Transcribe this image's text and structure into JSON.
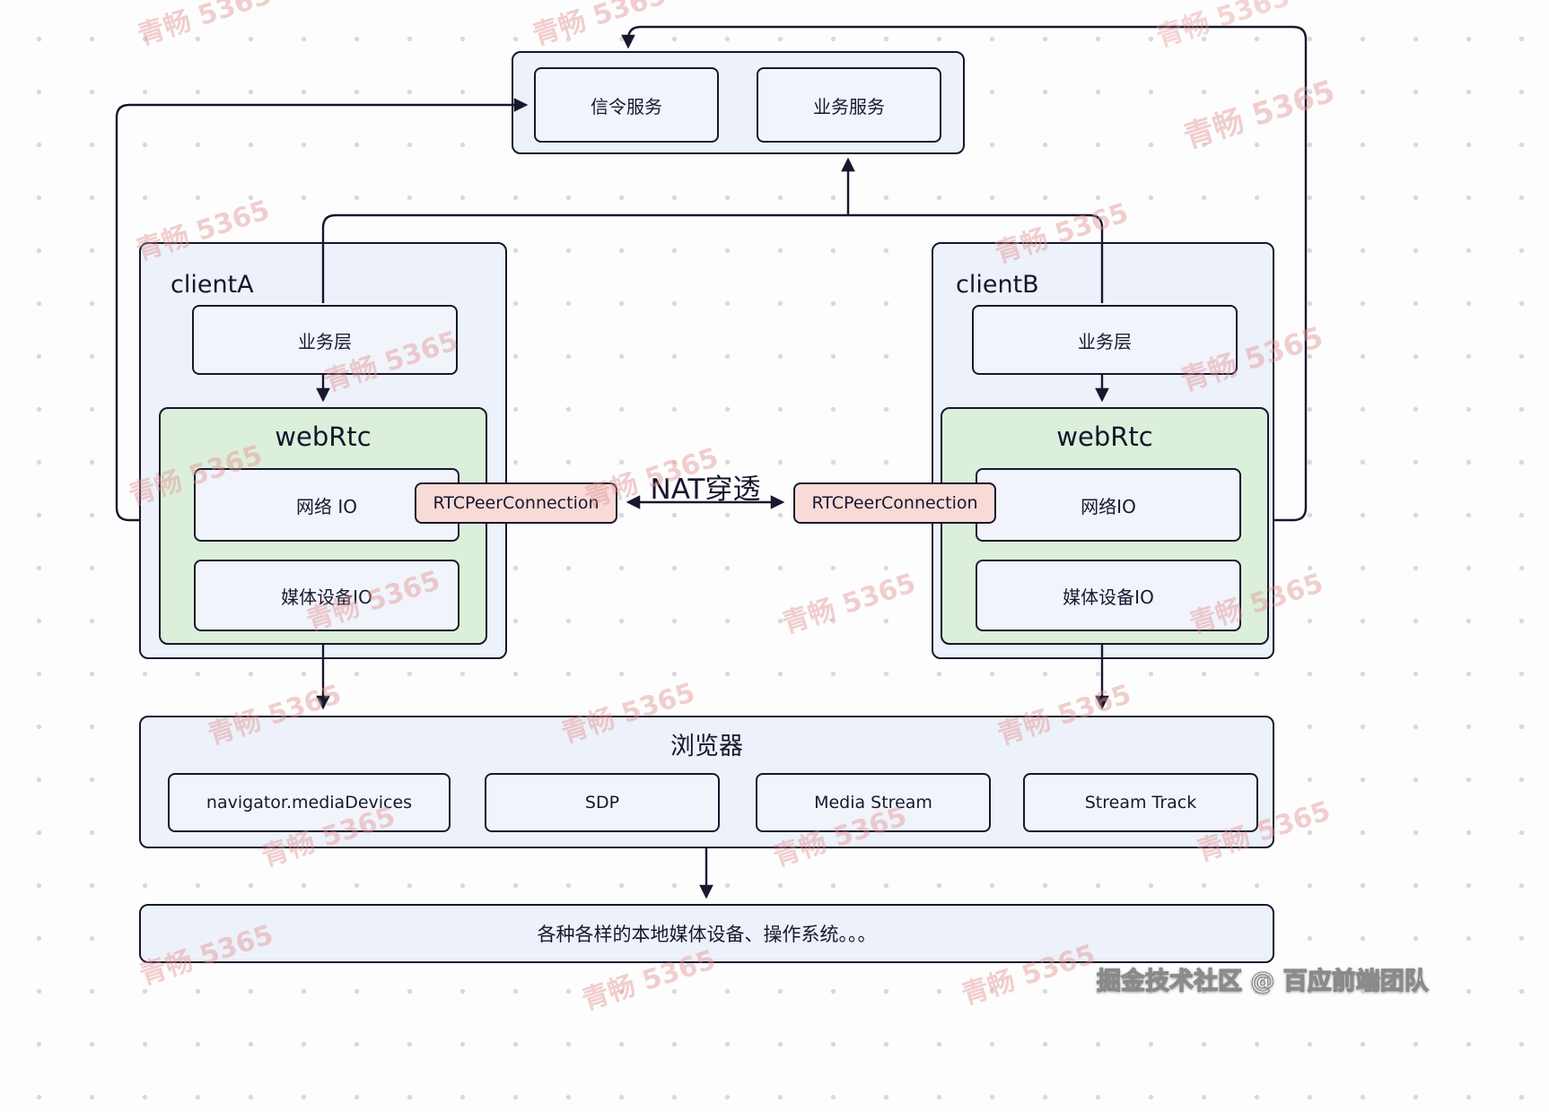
{
  "server_group": {
    "signaling_label": "信令服务",
    "business_label": "业务服务"
  },
  "client_a": {
    "title": "clientA",
    "business_layer_label": "业务层",
    "webrtc_title": "webRtc",
    "network_io_label": "网络 IO",
    "media_device_io_label": "媒体设备IO",
    "rtc_peer_connection_label": "RTCPeerConnection"
  },
  "client_b": {
    "title": "clientB",
    "business_layer_label": "业务层",
    "webrtc_title": "webRtc",
    "network_io_label": "网络IO",
    "media_device_io_label": "媒体设备IO",
    "rtc_peer_connection_label": "RTCPeerConnection"
  },
  "nat": {
    "label": "NAT穿透"
  },
  "browser": {
    "title": "浏览器",
    "items": [
      "navigator.mediaDevices",
      "SDP",
      "Media Stream",
      "Stream Track"
    ]
  },
  "devices_bar": {
    "label": "各种各样的本地媒体设备、操作系统。。。"
  },
  "watermark": {
    "text": "青畅 5365",
    "credit": "掘金技术社区 @ 百应前端团队"
  },
  "colors": {
    "node_fill": "#f1f4fb",
    "container_fill": "#edf1f9",
    "webrtc_fill": "#dcefda",
    "rtc_fill": "#f8dbd6",
    "line": "#17172e",
    "watermark": "#e29494"
  }
}
